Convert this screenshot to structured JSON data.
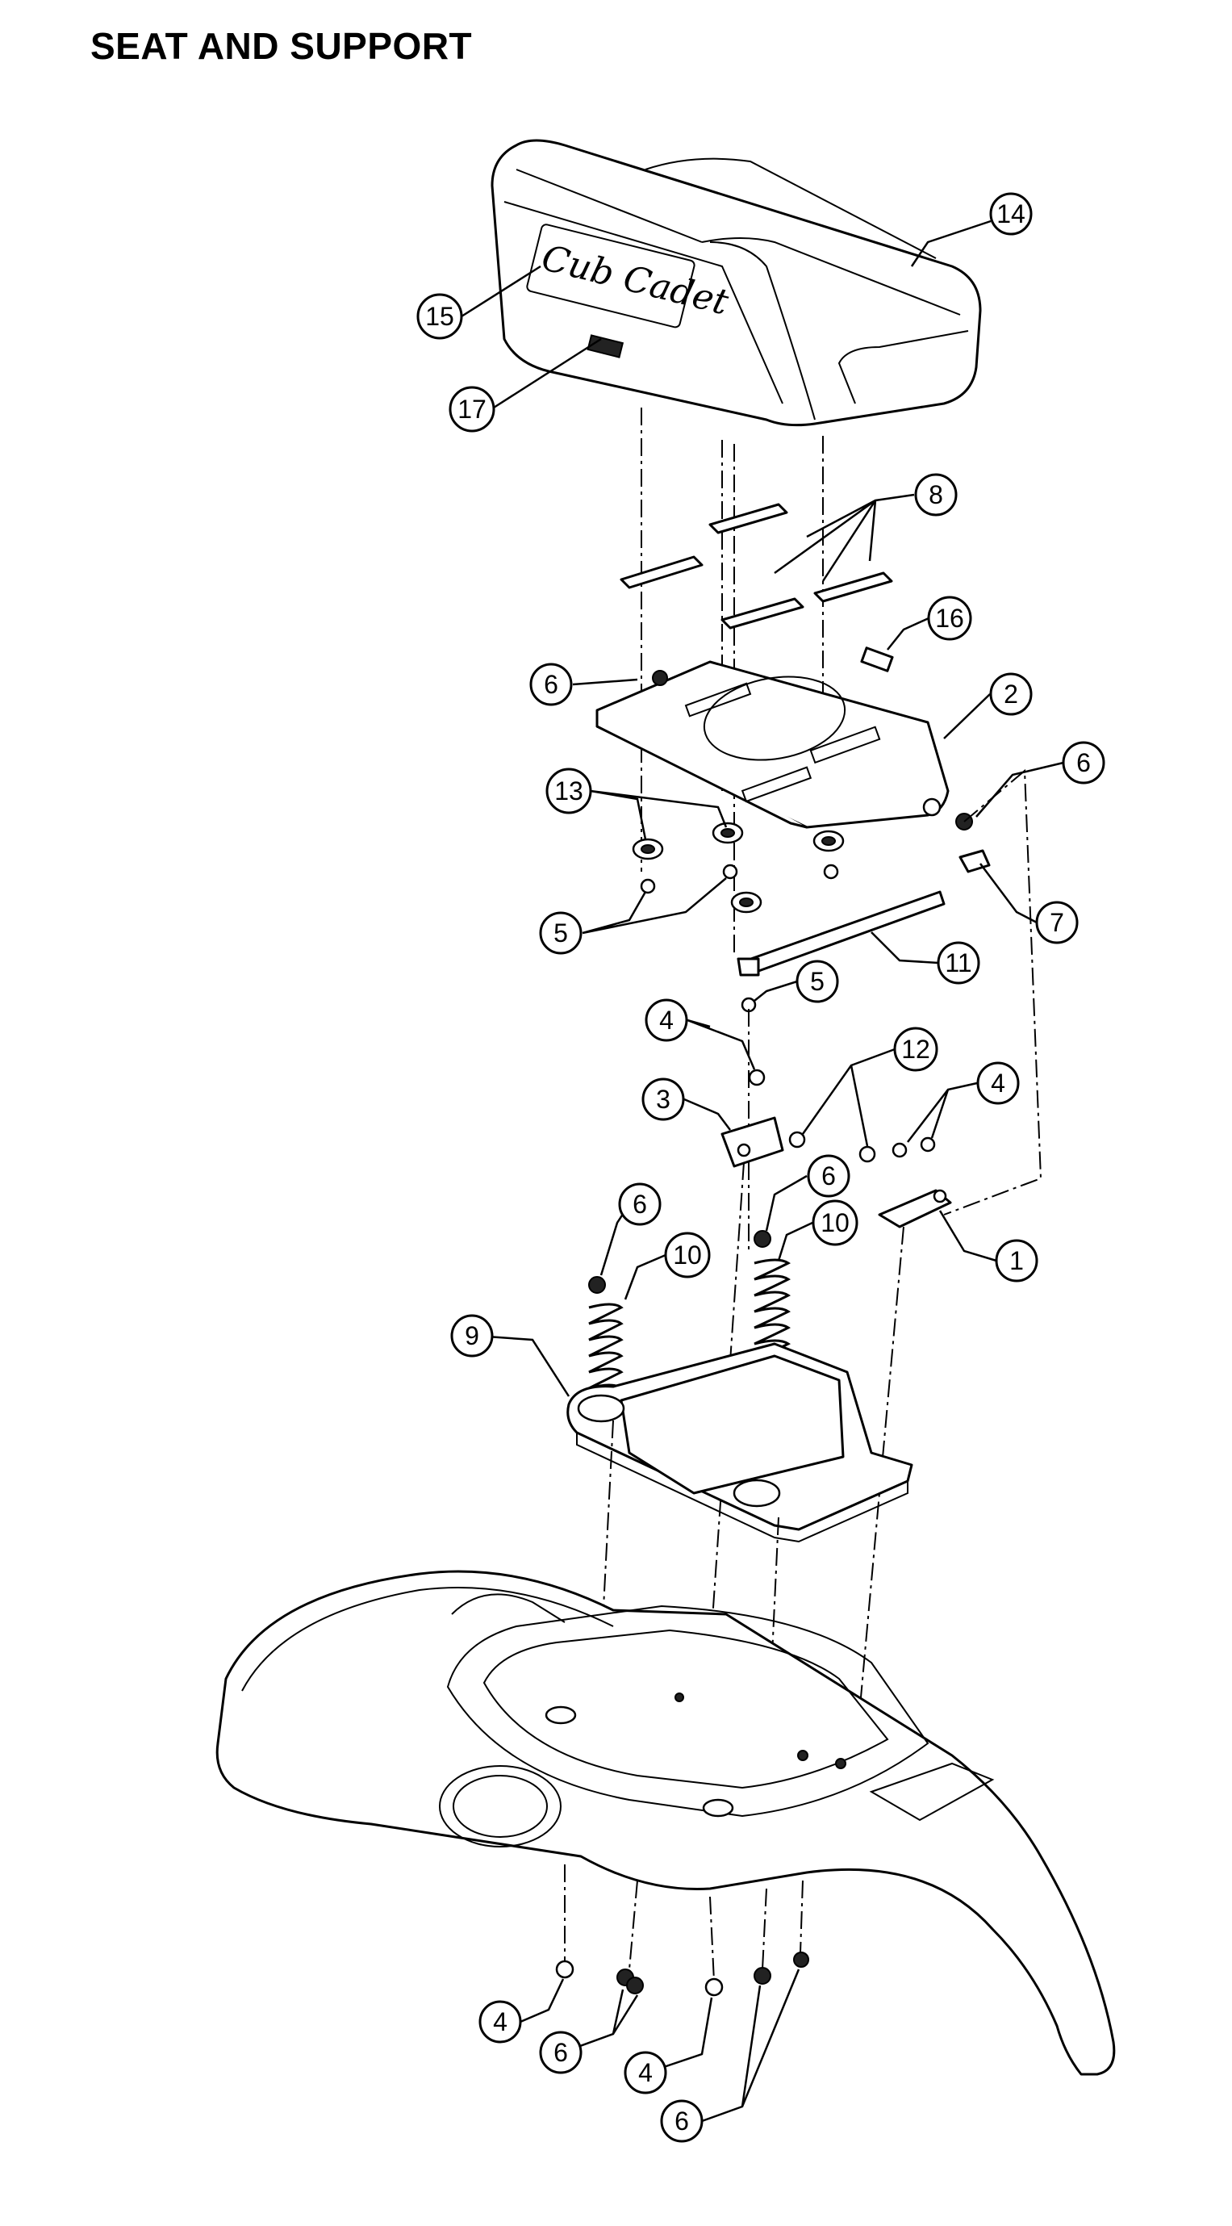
{
  "title": "SEAT AND SUPPORT",
  "brand_logo_text": "Cub Cadet",
  "callouts": {
    "c14": "14",
    "c15": "15",
    "c17": "17",
    "c8": "8",
    "c16": "16",
    "c6a": "6",
    "c2": "2",
    "c6b": "6",
    "c13": "13",
    "c5a": "5",
    "c7": "7",
    "c11": "11",
    "c5b": "5",
    "c4a": "4",
    "c12": "12",
    "c3": "3",
    "c4b": "4",
    "c1": "1",
    "c6c": "6",
    "c10a": "10",
    "c6d": "6",
    "c10b": "10",
    "c9": "9",
    "c4c": "4",
    "c6e": "6",
    "c4d": "4",
    "c6f": "6"
  }
}
